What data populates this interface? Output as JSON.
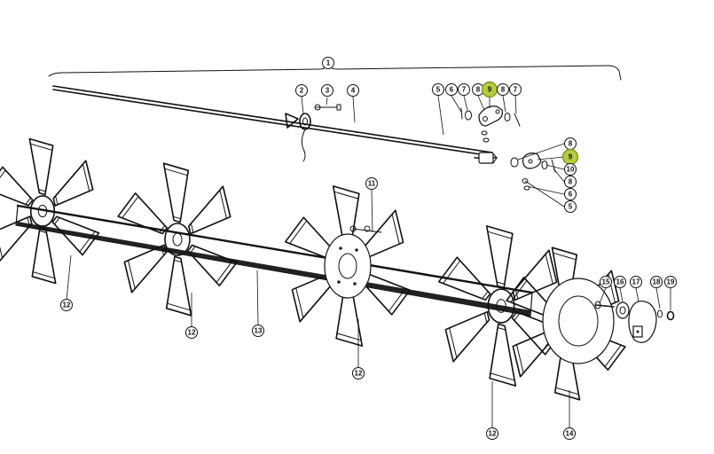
{
  "callouts": {
    "c1": "1",
    "c2": "2",
    "c3": "3",
    "c4": "4",
    "c5a": "5",
    "c6a": "6",
    "c7a": "7",
    "c8a": "8",
    "c9a": "9",
    "c8b": "8",
    "c7b": "7",
    "c8c": "8",
    "c9b": "9",
    "c10": "10",
    "c8d": "8",
    "c6b": "6",
    "c5b": "5",
    "c11": "11",
    "c12a": "12",
    "c12b": "12",
    "c13": "13",
    "c12c": "12",
    "c12d": "12",
    "c14": "14",
    "c15": "15",
    "c16": "16",
    "c17": "17",
    "c18": "18",
    "c19": "19"
  },
  "colors": {
    "highlight": "#b4cd3c",
    "ink": "#111111"
  }
}
